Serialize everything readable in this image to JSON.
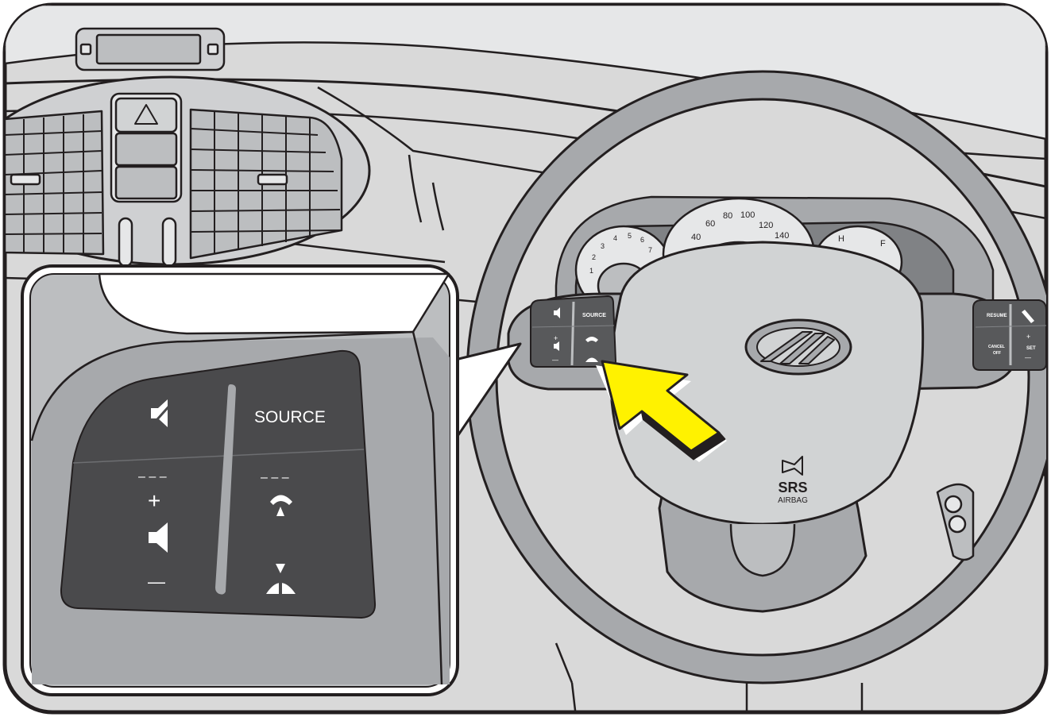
{
  "instrument_cluster": {
    "speed_ticks": [
      "40",
      "60",
      "80",
      "100",
      "120",
      "140"
    ],
    "rpm_ticks": [
      "1",
      "2",
      "3",
      "4",
      "5",
      "6",
      "7"
    ],
    "temp_gauge": {
      "hot": "H"
    },
    "fuel_gauge": {
      "full": "F"
    }
  },
  "left_switch_pod": {
    "source_label": "SOURCE",
    "volume_plus": "+",
    "volume_minus": "—"
  },
  "right_switch_pod": {
    "resume_label": "RESUME",
    "cancel_label_line1": "CANCEL",
    "cancel_label_line2": "OFF",
    "set_label": "SET",
    "set_plus": "+",
    "set_minus": "—"
  },
  "airbag": {
    "srs_label": "SRS",
    "airbag_label": "AIRBAG"
  },
  "callout": {
    "source_label": "SOURCE",
    "volume_plus": "+",
    "volume_minus": "—",
    "dashes": "– – –"
  },
  "colors": {
    "panel_bg": "#d4d4d4",
    "line": "#231f20",
    "wheel_grey": "#a7a9ac",
    "pod_dark": "#58595b",
    "arrow_yellow": "#fff200"
  },
  "icons": [
    "mute-icon",
    "speaker-icon",
    "phone-pickup-icon",
    "phone-hangup-icon",
    "cruise-icon",
    "horn-icon",
    "hazard-icon",
    "mahindra-logo"
  ]
}
